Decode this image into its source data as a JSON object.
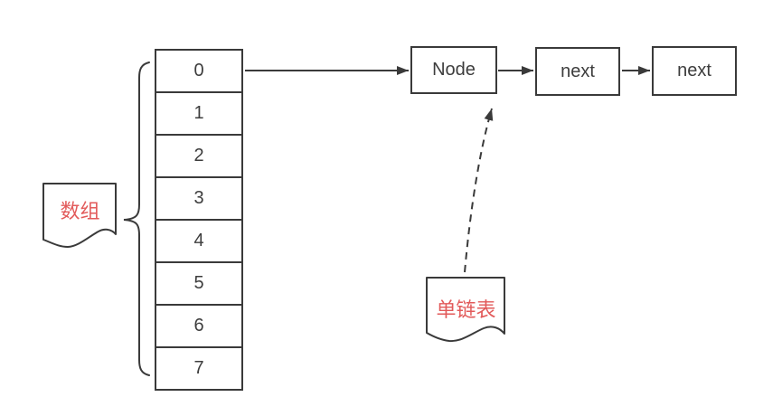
{
  "diagram": {
    "array": {
      "label": "数组",
      "cells": [
        "0",
        "1",
        "2",
        "3",
        "4",
        "5",
        "6",
        "7"
      ]
    },
    "linked_list": {
      "label": "单链表",
      "node_labels": [
        "Node",
        "next",
        "next"
      ]
    },
    "icons": {
      "brace": "curly-brace-left",
      "solid_arrow": "right-arrow",
      "dashed_arrow": "dashed-up-arrow",
      "callout_shape": "document-wavy-note"
    },
    "colors": {
      "stroke": "#3a3a3a",
      "text": "#3d3d3d",
      "callout_text": "#e25a5a",
      "background": "#ffffff"
    }
  }
}
